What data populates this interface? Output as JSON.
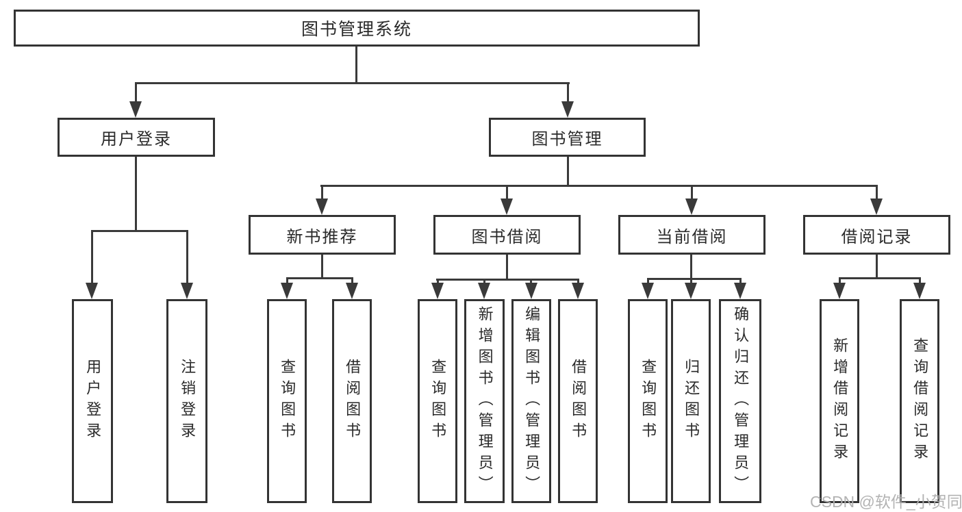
{
  "colors": {
    "background": "#ffffff",
    "box_border": "#333333",
    "line": "#3a3a3a",
    "text": "#2a2a2a",
    "watermark": "#afafaf"
  },
  "watermark": {
    "text": "CSDN @软件_小贺同学"
  },
  "tree": {
    "label": "图书管理系统",
    "children": [
      {
        "label": "用户登录",
        "children": [
          {
            "label": "用户登录"
          },
          {
            "label": "注销登录"
          }
        ]
      },
      {
        "label": "图书管理",
        "children": [
          {
            "label": "新书推荐",
            "children": [
              {
                "label": "查询图书"
              },
              {
                "label": "借阅图书"
              }
            ]
          },
          {
            "label": "图书借阅",
            "children": [
              {
                "label": "查询图书"
              },
              {
                "label": "新增图书（管理员）"
              },
              {
                "label": "编辑图书（管理员）"
              },
              {
                "label": "借阅图书"
              }
            ]
          },
          {
            "label": "当前借阅",
            "children": [
              {
                "label": "查询图书"
              },
              {
                "label": "归还图书"
              },
              {
                "label": "确认归还（管理员）"
              }
            ]
          },
          {
            "label": "借阅记录",
            "children": [
              {
                "label": "新增借阅记录"
              },
              {
                "label": "查询借阅记录"
              }
            ]
          }
        ]
      }
    ]
  }
}
